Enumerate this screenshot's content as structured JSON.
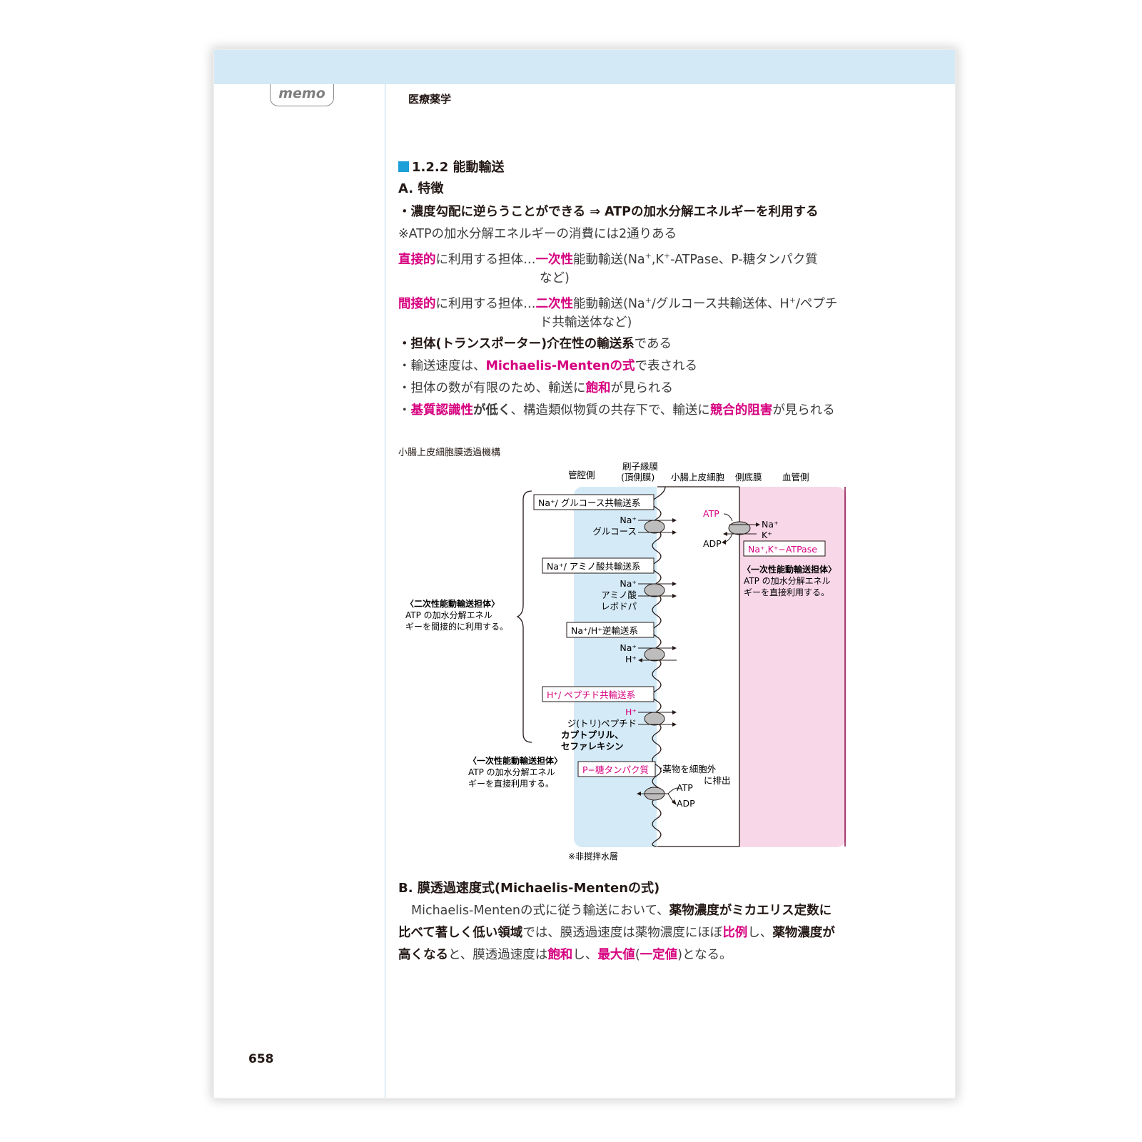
{
  "header": {
    "memo_label": "memo",
    "running_head": "医療薬学"
  },
  "page_number": "658",
  "section_title": "1.2.2 能動輸送",
  "sub_a": "A. 特徴",
  "features": {
    "line1": "・濃度勾配に逆らうことができる ⇒ ATPの加水分解エネルギーを利用する",
    "line2": "※ATPの加水分解エネルギーの消費には2通りある",
    "direct": {
      "k1": "直接的",
      "t1": "に利用する担体…",
      "k2": "一次性",
      "t2": "能動輸送(Na",
      "sup1": "+",
      "t3": ",K",
      "sup2": "+",
      "t4": "-ATPase、P-糖タンパク質",
      "cont": "など)"
    },
    "indirect": {
      "k1": "間接的",
      "t1": "に利用する担体…",
      "k2": "二次性",
      "t2": "能動輸送(Na",
      "sup1": "+",
      "t3": "/グルコース共輸送体、H",
      "sup2": "+",
      "t4": "/ペプチ",
      "cont": "ド共輸送体など)"
    },
    "b3_bold": "・担体(トランスポーター)介在性の輸送系",
    "b3_rest": "である",
    "b4_a": "・輸送速度は、",
    "b4_k": "Michaelis-Mentenの式",
    "b4_b": "で表される",
    "b5_a": "・担体の数が有限のため、輸送に",
    "b5_k": "飽和",
    "b5_b": "が見られる",
    "b6_a": "・",
    "b6_k1": "基質認識性",
    "b6_b1": "が低く",
    "b6_b2": "、構造類似物質の共存下で、輸送に",
    "b6_k2": "競合的阻害",
    "b6_b3": "が見られる"
  },
  "figure": {
    "title": "小腸上皮細胞膜透過機構",
    "headers": {
      "lumen": "管腔側",
      "brush1": "刷子縁膜",
      "brush2": "(頂側膜)",
      "cell": "小腸上皮細胞",
      "baso": "側底膜",
      "blood": "血管側"
    },
    "box1": "Na⁺/ グルコース共輸送系",
    "na1": "Na⁺",
    "glucose": "グルコース",
    "box2": "Na⁺/ アミノ酸共輸送系",
    "na2": "Na⁺",
    "amino": "アミノ酸",
    "ldopa": "レボドパ",
    "box3": "Na⁺/H⁺逆輸送系",
    "na3": "Na⁺",
    "h3": "H⁺",
    "box4": "H⁺/ ペプチド共輸送系",
    "h4": "H⁺",
    "peptide": "ジ(トリ)ペプチド",
    "drug1": "カプトプリル、",
    "drug2": "セファレキシン",
    "secondary1": "〈二次性能動輸送担体〉",
    "secondary2": "ATP の加水分解エネル",
    "secondary3": "ギーを間接的に利用する。",
    "primary_l1": "〈一次性能動輸送担体〉",
    "primary_l2": "ATP の加水分解エネル",
    "primary_l3": "ギーを直接利用する。",
    "pgp": "P−糖タンパク質",
    "pgp_desc1": ":薬物を細胞外",
    "pgp_desc2": "に排出",
    "atp_l": "ATP",
    "adp_l": "ADP",
    "atp_r": "ATP",
    "adp_r": "ADP",
    "na_r": "Na⁺",
    "k_r": "K⁺",
    "atpase": "Na⁺,K⁺−ATPase",
    "primary_r1": "〈一次性能動輸送担体〉",
    "primary_r2": "ATP の加水分解エネル",
    "primary_r3": "ギーを直接利用する。",
    "footnote": "※非撹拌水層",
    "colors": {
      "lumen": "#d5eaf7",
      "blood": "#f8d7e8",
      "accent": "#d6007f"
    }
  },
  "sub_b": "B. 膜透過速度式(Michaelis-Mentenの式)",
  "para": {
    "p1": "Michaelis-Mentenの式に従う輸送において、",
    "p1b": "薬物濃度がミカエリス定数に",
    "p2b": "比べて著しく低い領域",
    "p2": "では、膜透過速度は薬物濃度にほぼ",
    "p2k": "比例",
    "p2c": "し、",
    "p2d": "薬物濃度が",
    "p3b": "高くなる",
    "p3": "と、膜透過速度は",
    "p3k1": "飽和",
    "p3c": "し、",
    "p3k2": "最大値",
    "p3d": "(",
    "p3k3": "一定値",
    "p3e": ")となる。"
  }
}
